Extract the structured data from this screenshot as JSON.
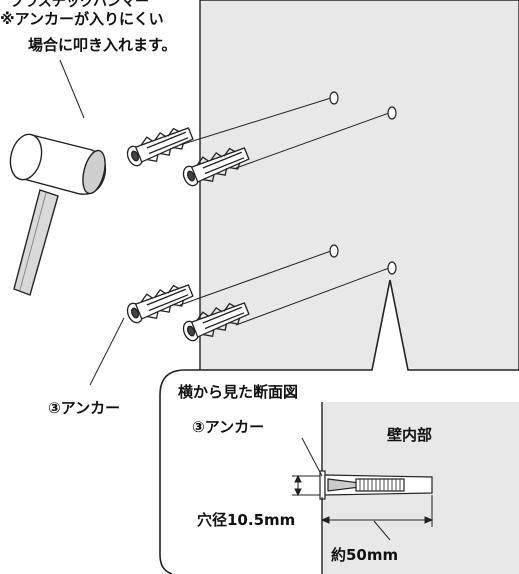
{
  "labels": {
    "hammer_top": "プラスチックハンマー",
    "note_line1": "※アンカーが入りにくい",
    "note_line2": "場合に叩き入れます。",
    "anchor": "③アンカー",
    "inset_title": "横から見た断面図",
    "inset_anchor": "③アンカー",
    "wall_inside": "壁内部",
    "hole_diameter": "穴径10.5mm",
    "length": "約50mm"
  },
  "colors": {
    "wall": "#e8e8e8",
    "line": "#222222",
    "background": "#ffffff"
  }
}
